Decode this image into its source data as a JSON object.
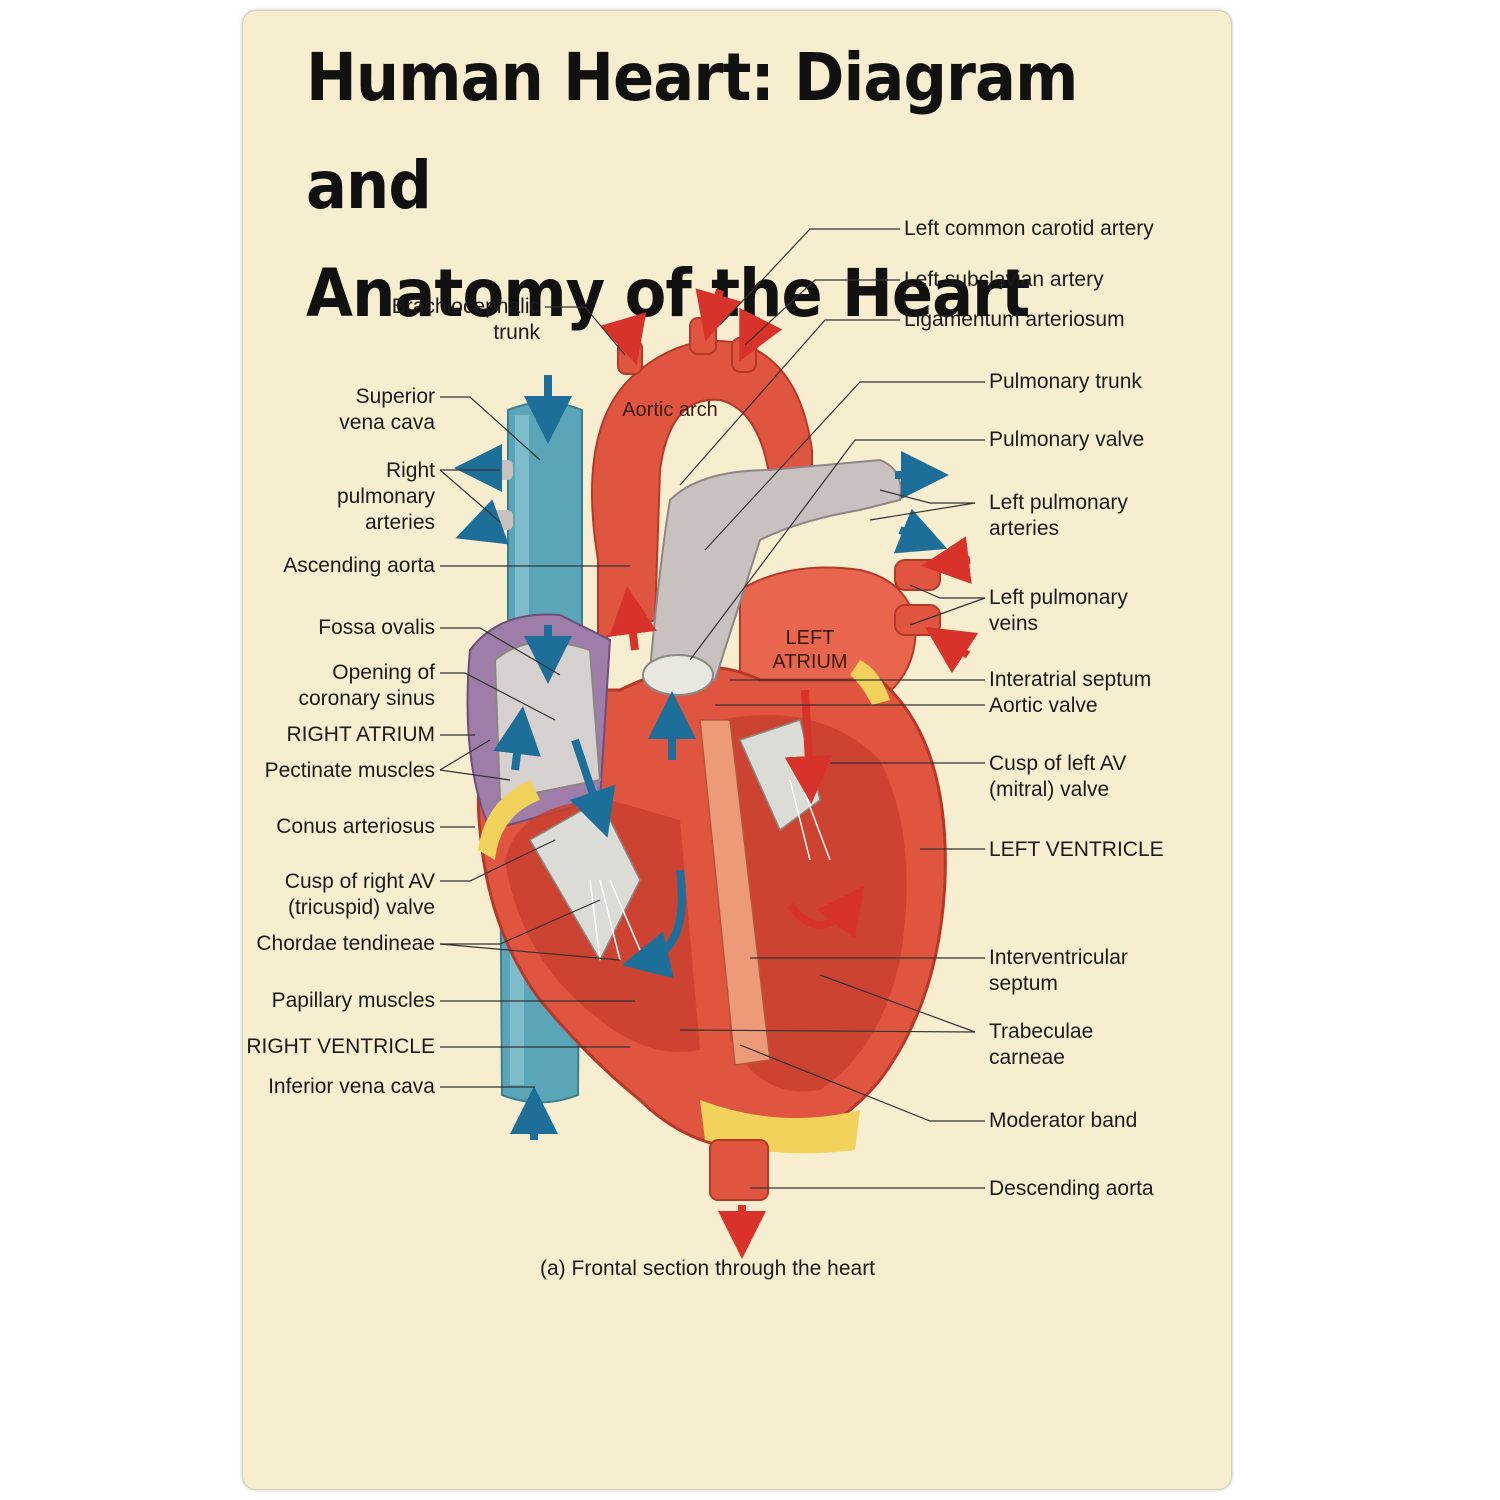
{
  "poster": {
    "title_line1": "Human Heart: Diagram and",
    "title_line2": "Anatomy of the Heart",
    "caption": "(a) Frontal section through the heart",
    "colors": {
      "background": "#f7eecf",
      "heart_muscle": "#e0553f",
      "vena_cava": "#5aa6b8",
      "pulmonary_trunk": "#c9c0c0",
      "fat": "#f1d25a",
      "arrow_blue": "#1d6f9a",
      "arrow_red": "#d8332a"
    }
  },
  "labels_left": {
    "brachiocephalic": "Brachiocephalic\ntrunk",
    "superior_vena_cava": "Superior\nvena cava",
    "right_pulmonary_arteries": "Right\npulmonary\narteries",
    "ascending_aorta": "Ascending aorta",
    "fossa_ovalis": "Fossa ovalis",
    "coronary_sinus": "Opening of\ncoronary sinus",
    "right_atrium": "RIGHT ATRIUM",
    "pectinate": "Pectinate muscles",
    "conus": "Conus arteriosus",
    "tricuspid": "Cusp of right AV\n(tricuspid) valve",
    "chordae": "Chordae tendineae",
    "papillary": "Papillary muscles",
    "right_ventricle": "RIGHT VENTRICLE",
    "inferior_vena_cava": "Inferior vena cava"
  },
  "labels_right": {
    "left_carotid": "Left common carotid artery",
    "left_subclavian": "Left subclavian artery",
    "ligamentum": "Ligamentum arteriosum",
    "pulmonary_trunk": "Pulmonary trunk",
    "pulmonary_valve": "Pulmonary valve",
    "left_pulmonary_arteries": "Left pulmonary\narteries",
    "left_pulmonary_veins": "Left pulmonary\nveins",
    "interatrial": "Interatrial septum",
    "aortic_valve": "Aortic valve",
    "mitral": "Cusp of left AV\n(mitral) valve",
    "left_ventricle": "LEFT VENTRICLE",
    "interventricular": "Interventricular\nseptum",
    "trabeculae": "Trabeculae\ncarneae",
    "moderator": "Moderator band",
    "descending_aorta": "Descending aorta"
  },
  "inner_labels": {
    "aortic_arch": "Aortic arch",
    "left_atrium": "LEFT\nATRIUM"
  }
}
